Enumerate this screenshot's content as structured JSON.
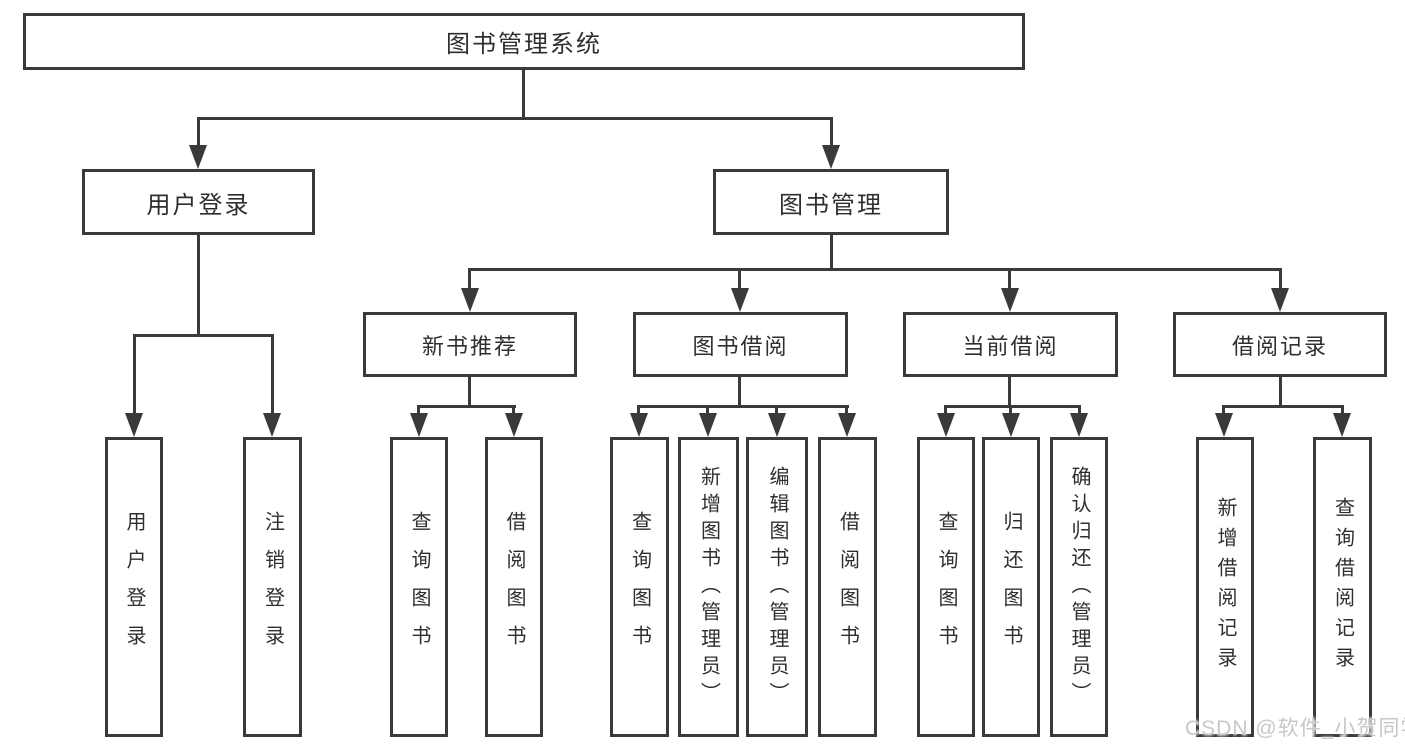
{
  "colors": {
    "line": "#3a3a3a",
    "text": "#2f2f2f",
    "watermark": "#c8c8c8",
    "background": "#ffffff"
  },
  "watermark": "CSDN @软件_小贺同学",
  "tree": {
    "root": {
      "label": "图书管理系统"
    },
    "branches": [
      {
        "label": "用户登录",
        "leaves": [
          {
            "label": "用户登录"
          },
          {
            "label": "注销登录"
          }
        ]
      },
      {
        "label": "图书管理",
        "groups": [
          {
            "label": "新书推荐",
            "leaves": [
              {
                "label": "查询图书"
              },
              {
                "label": "借阅图书"
              }
            ]
          },
          {
            "label": "图书借阅",
            "leaves": [
              {
                "label": "查询图书"
              },
              {
                "label": "新增图书（管理员）"
              },
              {
                "label": "编辑图书（管理员）"
              },
              {
                "label": "借阅图书"
              }
            ]
          },
          {
            "label": "当前借阅",
            "leaves": [
              {
                "label": "查询图书"
              },
              {
                "label": "归还图书"
              },
              {
                "label": "确认归还（管理员）"
              }
            ]
          },
          {
            "label": "借阅记录",
            "leaves": [
              {
                "label": "新增借阅记录"
              },
              {
                "label": "查询借阅记录"
              }
            ]
          }
        ]
      }
    ]
  }
}
